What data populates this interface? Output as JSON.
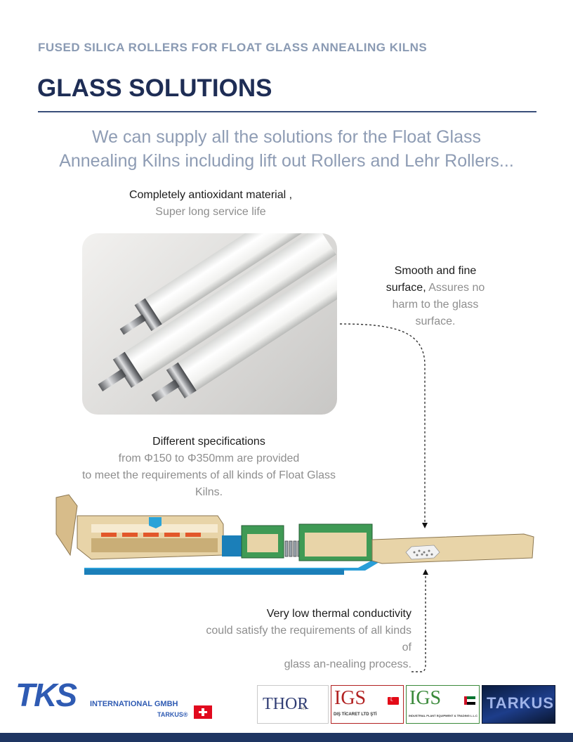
{
  "header": {
    "subheading": "FUSED SILICA ROLLERS FOR FLOAT GLASS ANNEALING KILNS",
    "title": "GLASS SOLUTIONS"
  },
  "intro": {
    "line1": "We can supply all the solutions for the Float Glass",
    "line2": "Annealing Kilns including lift out Rollers and Lehr Rollers..."
  },
  "features": {
    "material": {
      "heading": "Completely antioxidant material ,",
      "detail": "Super long service life"
    },
    "surface": {
      "line1": "Smooth and fine",
      "line2_dark": "surface,",
      "line2_grey": "Assures no",
      "line3": "harm to the glass",
      "line4": "surface."
    },
    "specs": {
      "heading": "Different specifications",
      "line2": "from Φ150 to Φ350mm are provided",
      "line3": "to meet the requirements of all kinds of Float Glass",
      "line4": "Kilns."
    },
    "thermal": {
      "heading": "Very low thermal conductivity",
      "line2": "could satisfy the requirements of all kinds",
      "line3": "of",
      "line4": "glass an-nealing process."
    }
  },
  "footer": {
    "company_logo": {
      "letters": "TKS",
      "name": "INTERNATIONAL GMBH",
      "brand": "TARKUS",
      "registered": "®"
    },
    "partners": [
      {
        "label": "THOR",
        "sub": "kft"
      },
      {
        "label": "IGS",
        "sub": "DIŞ TİCARET LTD ŞTİ"
      },
      {
        "label": "IGS",
        "sub": "INDUSTRIAL PLANT EQUIPMENT & TRADING L.L.C"
      },
      {
        "label": "TARKUS"
      }
    ]
  },
  "colors": {
    "title": "#1e2d55",
    "subheading": "#8a9ab3",
    "intro": "#8e9cb4",
    "footer_bar": "#1e3562",
    "brand_blue": "#2f5bb3"
  }
}
